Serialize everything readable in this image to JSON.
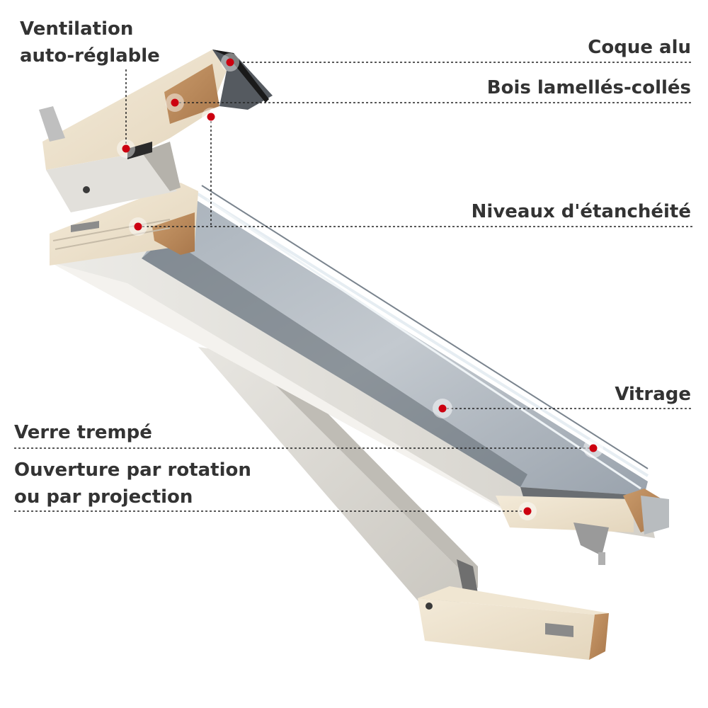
{
  "colors": {
    "label_text": "#333333",
    "marker": "#cc0010",
    "leader_line": "#222222"
  },
  "labels": {
    "coque_alu": "Coque alu",
    "bois_lamelles": "Bois lamellés-collés",
    "niveaux_etancheite": "Niveaux d'étanchéité",
    "vitrage": "Vitrage",
    "ventilation_line1": "Ventilation",
    "ventilation_line2": "auto-réglable",
    "verre_trempe": "Verre trempé",
    "ouverture_line1": "Ouverture par rotation",
    "ouverture_line2": "ou par projection"
  }
}
